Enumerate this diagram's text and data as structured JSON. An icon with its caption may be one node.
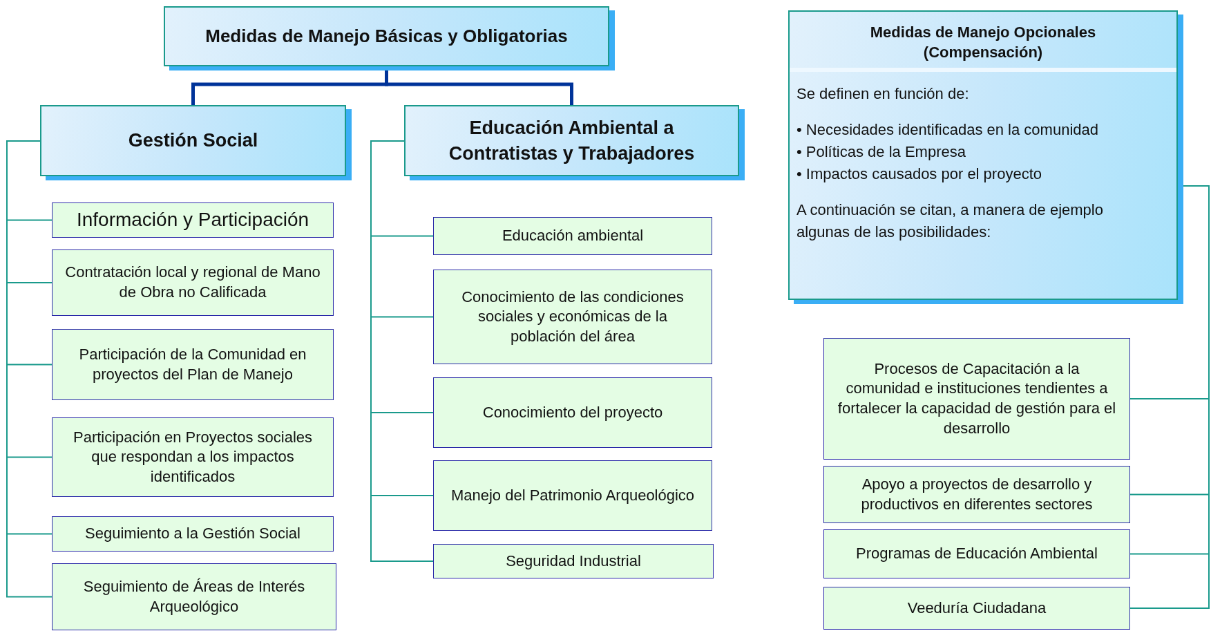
{
  "diagram": {
    "nodes": [
      {
        "text": [
          "Medidas de Manejo Básicas y Obligatorias"
        ]
      },
      {
        "text": [
          "Gestión Social"
        ]
      },
      {
        "text": [
          "Educación Ambiental a Contratistas y Trabajadores"
        ]
      },
      {
        "text": [
          "Medidas de Manejo Opcionales (Compensación)",
          "Se definen en función de:",
          "• Necesidades identificadas en la comunidad",
          "• Políticas de la Empresa",
          "• Impactos causados por el proyecto",
          "A continuación se citan, a manera de ejemplo algunas de las posibilidades:"
        ]
      },
      {
        "text": [
          "Información y Participación"
        ]
      },
      {
        "text": [
          "Contratación local y regional de Mano de Obra no Calificada"
        ]
      },
      {
        "text": [
          "Participación de la Comunidad en proyectos del Plan de Manejo"
        ]
      },
      {
        "text": [
          "Participación en Proyectos sociales que respondan a los impactos identificados"
        ]
      },
      {
        "text": [
          "Seguimiento a la Gestión Social"
        ]
      },
      {
        "text": [
          "Seguimiento de Áreas de Interés Arqueológico"
        ]
      },
      {
        "text": [
          "Educación ambiental"
        ]
      },
      {
        "text": [
          "Conocimiento de las condiciones sociales y económicas de la población del área"
        ]
      },
      {
        "text": [
          "Conocimiento del proyecto"
        ]
      },
      {
        "text": [
          "Manejo del Patrimonio Arqueológico"
        ]
      },
      {
        "text": [
          "Seguridad Industrial"
        ]
      },
      {
        "text": [
          "Procesos de Capacitación a la comunidad e instituciones tendientes a fortalecer la capacidad de gestión para el desarrollo"
        ]
      },
      {
        "text": [
          "Apoyo a proyectos de desarrollo y productivos en diferentes sectores"
        ]
      },
      {
        "text": [
          "Programas de Educación Ambiental"
        ]
      },
      {
        "text": [
          "Veeduría Ciudadana"
        ]
      }
    ],
    "edges": [
      {
        "from": 0,
        "to": 1,
        "arrow": "none",
        "style": "thick",
        "color": "#003399"
      },
      {
        "from": 0,
        "to": 2,
        "arrow": "none",
        "style": "thick",
        "color": "#003399"
      },
      {
        "from": 1,
        "to": 4,
        "arrow": "none"
      },
      {
        "from": 1,
        "to": 5,
        "arrow": "none"
      },
      {
        "from": 1,
        "to": 6,
        "arrow": "none"
      },
      {
        "from": 1,
        "to": 7,
        "arrow": "none"
      },
      {
        "from": 1,
        "to": 8,
        "arrow": "none"
      },
      {
        "from": 1,
        "to": 9,
        "arrow": "none"
      },
      {
        "from": 2,
        "to": 10,
        "arrow": "none"
      },
      {
        "from": 2,
        "to": 11,
        "arrow": "none"
      },
      {
        "from": 2,
        "to": 12,
        "arrow": "none"
      },
      {
        "from": 2,
        "to": 13,
        "arrow": "none"
      },
      {
        "from": 2,
        "to": 14,
        "arrow": "none"
      },
      {
        "from": 3,
        "to": 15,
        "arrow": "none"
      },
      {
        "from": 3,
        "to": 16,
        "arrow": "none"
      },
      {
        "from": 3,
        "to": 17,
        "arrow": "none"
      },
      {
        "from": 3,
        "to": 18,
        "arrow": "none"
      }
    ]
  }
}
